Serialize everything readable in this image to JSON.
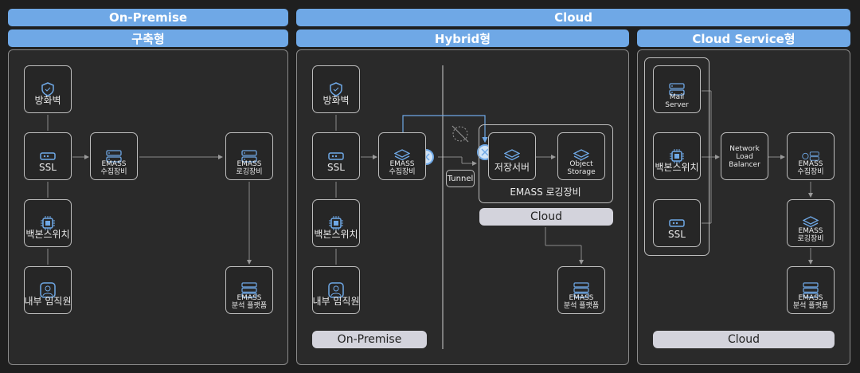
{
  "headers": {
    "on_premise": "On-Premise",
    "cloud": "Cloud",
    "build_type": "구축형",
    "hybrid_type": "Hybrid형",
    "cloud_service_type": "Cloud Service형"
  },
  "onprem": {
    "firewall": "방화벽",
    "ssl": "SSL",
    "backbone": "백본스위치",
    "staff": "내부 임직원",
    "collector": "EMASS\n수집장비",
    "logger": "EMASS\n로깅장비",
    "analyzer": "EMASS\n분석 플랫폼"
  },
  "hybrid": {
    "firewall": "방화벽",
    "ssl": "SSL",
    "backbone": "백본스위치",
    "staff": "내부 임직원",
    "collector": "EMASS\n수집장비",
    "tunnel": "Tunnel",
    "storage_server": "저장서버",
    "object_storage": "Object\nStorage",
    "logging_group": "EMASS 로깅장비",
    "cloud_pill": "Cloud",
    "analyzer": "EMASS\n분석 플랫폼",
    "onprem_pill": "On-Premise"
  },
  "cloudsvc": {
    "mail_server": "Mail\nServer",
    "backbone": "백본스위치",
    "ssl": "SSL",
    "nlb": "Network\nLoad\nBalancer",
    "collector": "EMASS\n수집장비",
    "logger": "EMASS\n로깅장비",
    "analyzer": "EMASS\n분석 플랫폼",
    "cloud_pill": "Cloud"
  },
  "colors": {
    "header_blue": "#6fa8e6",
    "link_blue": "#6fa8e6",
    "panel_bg": "#2a2a2a",
    "pill_bg": "#d3d3dc"
  }
}
